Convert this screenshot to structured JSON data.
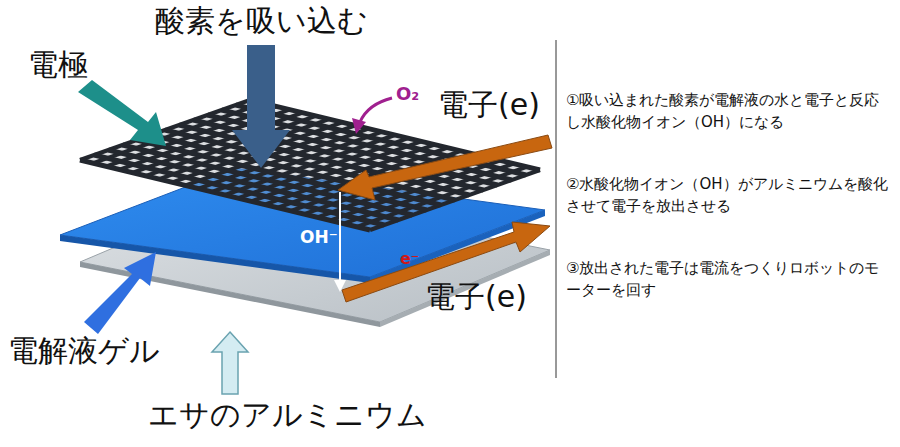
{
  "diagram": {
    "labels": [
      "酸素を吸い込む",
      "電極",
      "O₂",
      "電子(e)",
      "OH⁻",
      "e⁻",
      "電子(e)",
      "電解液ゲル",
      "エサのアルミニウム",
      "①吸い込まれた酸素が電解液の水と電子と反応し水酸化物イオン（OH）になる",
      "②水酸化物イオン（OH）がアルミニウムを酸化させて電子を放出させる",
      "③放出された電子は電流をつくりロボットのモーターを回す"
    ]
  }
}
